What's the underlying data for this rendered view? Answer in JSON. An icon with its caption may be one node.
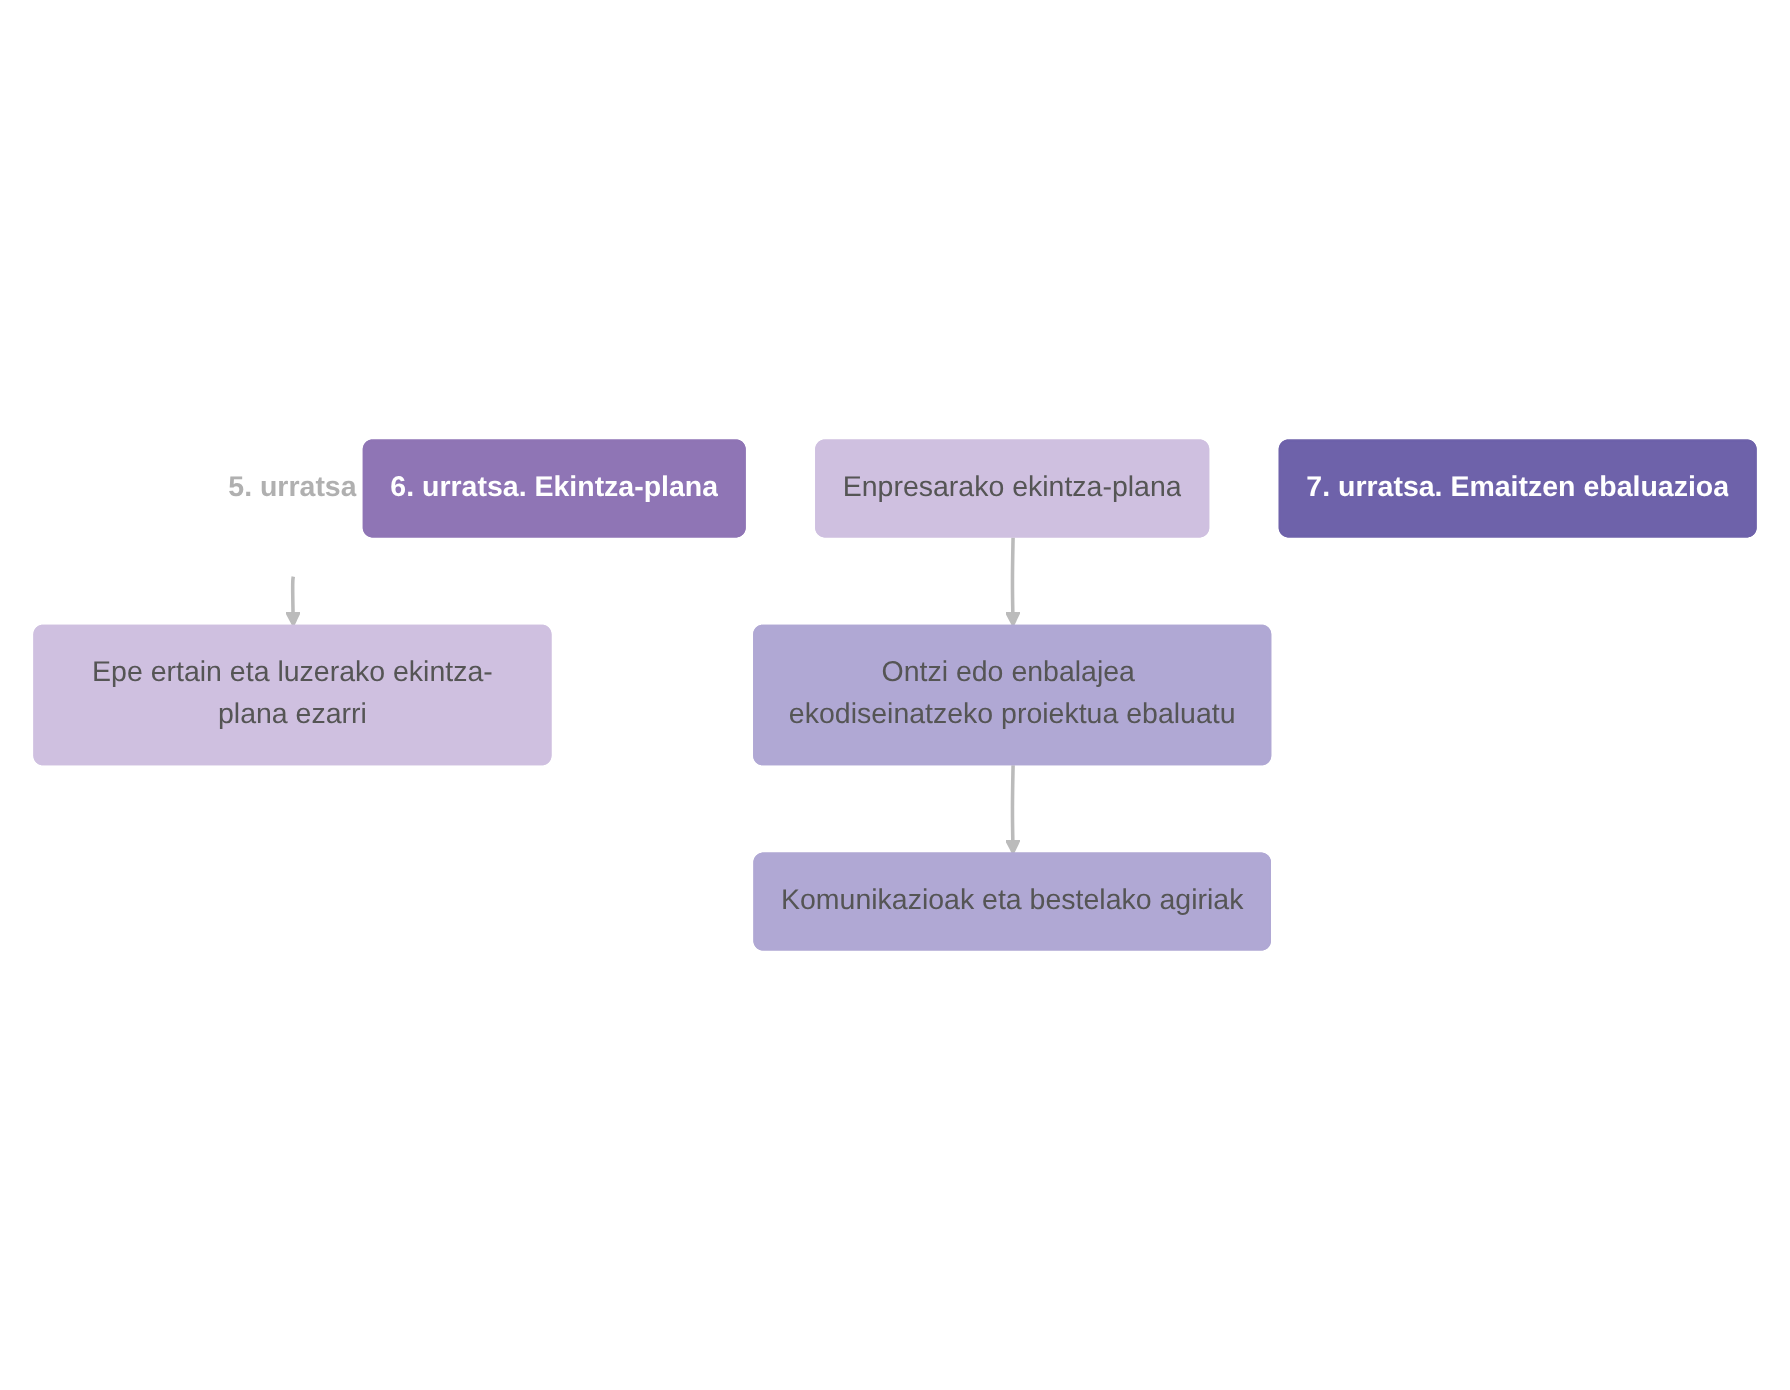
{
  "diagram": {
    "nodes": [
      {
        "text": [
          "5. urratsa"
        ]
      },
      {
        "text": [
          "6. urratsa. Ekintza-plana"
        ]
      },
      {
        "text": [
          "Epe ertain eta luzerako ekintza-plana ezarri"
        ]
      },
      {
        "text": [
          "Enpresarako ekintza-plana"
        ]
      },
      {
        "text": [
          "7. urratsa. Emaitzen ebaluazioa"
        ]
      },
      {
        "text": [
          "Ontzi edo enbalajea ekodiseinatzeko proiektua ebaluatu"
        ]
      },
      {
        "text": [
          "Komunikazioak eta bestelako agiriak"
        ]
      }
    ],
    "edges": [
      {
        "from": 0,
        "to": 2,
        "arrow": "to"
      },
      {
        "from": 3,
        "to": 5,
        "arrow": "to"
      },
      {
        "from": 5,
        "to": 6,
        "arrow": "to"
      }
    ]
  }
}
